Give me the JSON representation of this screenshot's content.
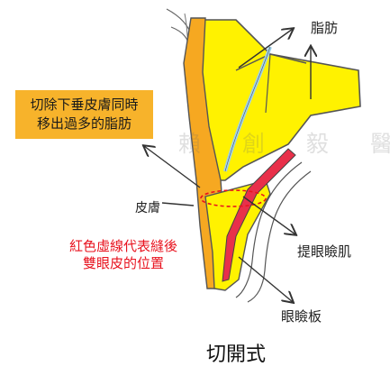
{
  "labels": {
    "fat": "脂肪",
    "skin": "皮膚",
    "levator": "提眼瞼肌",
    "tarsus": "眼瞼板",
    "title": "切開式"
  },
  "callout": {
    "line1": "切除下垂皮膚同時",
    "line2": "移出過多的脂肪"
  },
  "red_note": {
    "line1": "紅色虛線代表縫後",
    "line2": "雙眼皮的位置"
  },
  "watermark": "賴 創 毅 醫 師",
  "colors": {
    "fat_yellow": "#fff200",
    "skin_orange": "#f6a821",
    "muscle_red": "#e8304a",
    "membrane_blue": "#9fd2ee",
    "dashed_line": "#e8121e",
    "callout_bg": "#f7b32b",
    "outline_gray": "#555555"
  }
}
